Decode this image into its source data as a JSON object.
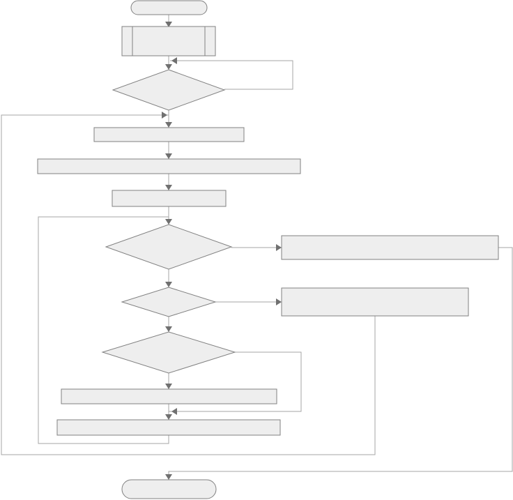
{
  "diagram": {
    "type": "flowchart",
    "colors": {
      "node_fill": "#eeeeee",
      "node_stroke": "#808080",
      "connector": "#a6a6a6",
      "arrowhead": "#707070"
    },
    "nodes": [
      {
        "id": "start",
        "shape": "terminal",
        "text": ""
      },
      {
        "id": "predefined-process",
        "shape": "predefined-process",
        "text": ""
      },
      {
        "id": "decision-1",
        "shape": "decision",
        "text": ""
      },
      {
        "id": "process-1",
        "shape": "process",
        "text": ""
      },
      {
        "id": "process-2",
        "shape": "process",
        "text": ""
      },
      {
        "id": "process-3",
        "shape": "process",
        "text": ""
      },
      {
        "id": "decision-2",
        "shape": "decision",
        "text": ""
      },
      {
        "id": "process-right-1",
        "shape": "process",
        "text": ""
      },
      {
        "id": "decision-3",
        "shape": "decision",
        "text": ""
      },
      {
        "id": "process-right-2",
        "shape": "process",
        "text": ""
      },
      {
        "id": "decision-4",
        "shape": "decision",
        "text": ""
      },
      {
        "id": "process-4",
        "shape": "process",
        "text": ""
      },
      {
        "id": "process-5",
        "shape": "process",
        "text": ""
      },
      {
        "id": "end",
        "shape": "terminal",
        "text": ""
      }
    ]
  }
}
